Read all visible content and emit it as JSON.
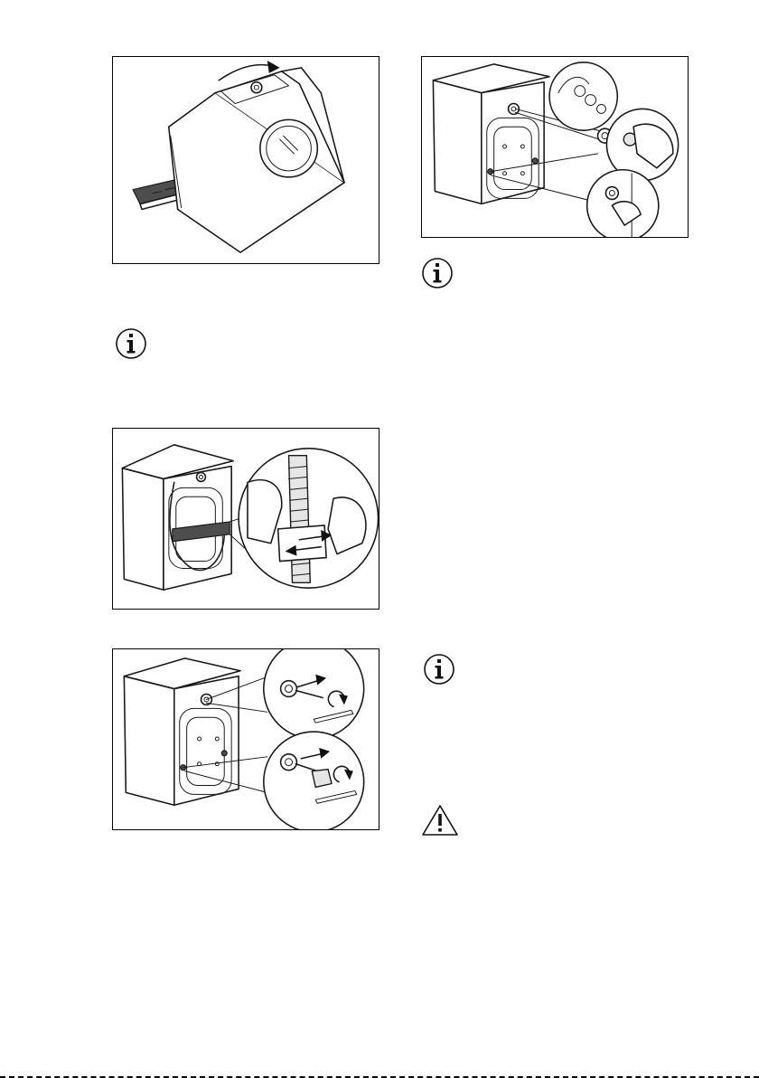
{
  "figures": [
    {
      "id": "fig-tilt-remove-panel",
      "icon": "washing-machine-tilted"
    },
    {
      "id": "fig-hose-clamp",
      "icon": "washing-machine-rear-hose-clamp"
    },
    {
      "id": "fig-transit-bolts",
      "icon": "washing-machine-rear-transit-bolts"
    },
    {
      "id": "fig-insert-caps",
      "icon": "washing-machine-rear-plastic-caps"
    }
  ],
  "icons": {
    "info": "info-icon",
    "warning": "warning-triangle-icon"
  },
  "colors": {
    "line": "#1a1a1a",
    "dark_fill": "#4d4d4d",
    "light_fill": "#e6e6e6"
  }
}
